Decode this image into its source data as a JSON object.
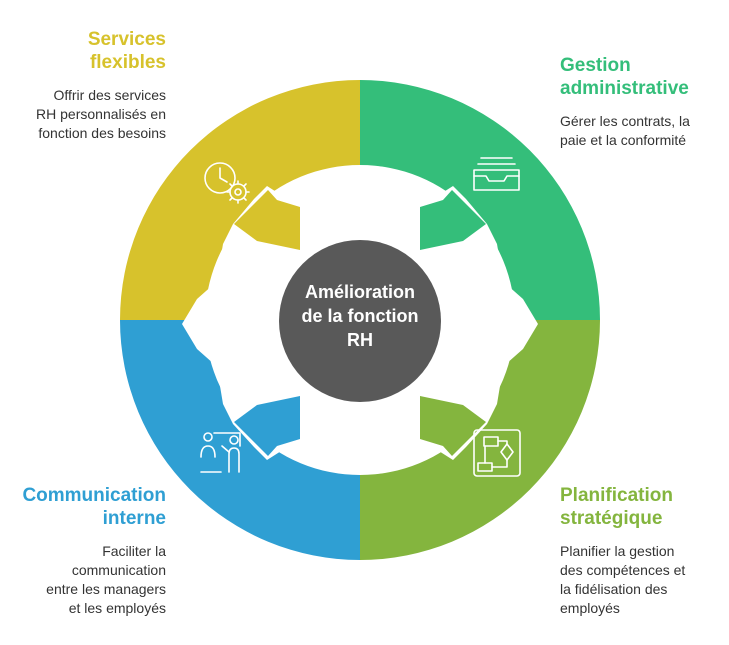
{
  "center": {
    "lines": [
      "Amélioration",
      "de la fonction",
      "RH"
    ],
    "color": "#595959"
  },
  "segments": [
    {
      "id": "services",
      "title_lines": [
        "Services",
        "flexibles"
      ],
      "desc_lines": [
        "Offrir des services",
        "RH personnalisés en",
        "fonction des besoins"
      ],
      "color": "#D7C22C",
      "icon": "clock-gear-icon"
    },
    {
      "id": "gestion",
      "title_lines": [
        "Gestion",
        "administrative"
      ],
      "desc_lines": [
        "Gérer les contrats, la",
        "paie et la conformité"
      ],
      "color": "#34BE7A",
      "icon": "inbox-tray-icon"
    },
    {
      "id": "planification",
      "title_lines": [
        "Planification",
        "stratégique"
      ],
      "desc_lines": [
        "Planifier la gestion",
        "des compétences et",
        "la fidélisation des",
        "employés"
      ],
      "color": "#84B53E",
      "icon": "flowchart-icon"
    },
    {
      "id": "communication",
      "title_lines": [
        "Communication",
        "interne"
      ],
      "desc_lines": [
        "Faciliter la",
        "communication",
        "entre les managers",
        "et les employés"
      ],
      "color": "#2F9FD3",
      "icon": "presentation-icon"
    }
  ]
}
